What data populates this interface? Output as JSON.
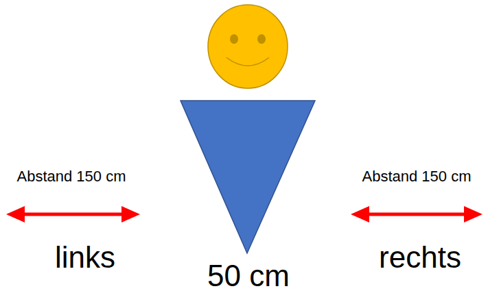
{
  "diagram": {
    "labels": [
      "Abstand 150 cm",
      "Abstand 150 cm",
      "links",
      "50 cm",
      "rechts"
    ]
  }
}
